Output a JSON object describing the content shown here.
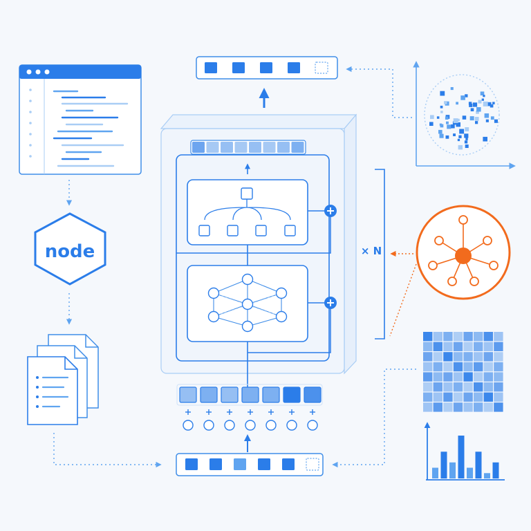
{
  "logo": {
    "text": "node"
  },
  "repeat_label": "× N",
  "colors": {
    "background": "#f5f8fc",
    "primary": "#2b7de9",
    "primary_light": "#a9cdf5",
    "primary_mid": "#5fa4f0",
    "outline": "#3f8de8",
    "faint": "#cfe2f8",
    "accent": "#f26b1d",
    "white": "#ffffff"
  },
  "icons": {
    "code_window": "browser-code-window-icon",
    "documents": "document-stack-icon",
    "graph_node": "network-graph-icon",
    "scatter": "scatter-plot-icon",
    "heatmap": "attention-heatmap-icon",
    "bars": "bar-chart-icon"
  },
  "chart_data": {
    "type": "heatmap",
    "rows": 8,
    "cols": 8,
    "values": [
      [
        0.9,
        0.3,
        0.5,
        0.2,
        0.6,
        0.4,
        0.8,
        0.3
      ],
      [
        0.4,
        0.8,
        0.3,
        0.6,
        0.2,
        0.5,
        0.3,
        0.7
      ],
      [
        0.6,
        0.2,
        0.9,
        0.4,
        0.5,
        0.3,
        0.6,
        0.2
      ],
      [
        0.3,
        0.5,
        0.2,
        0.8,
        0.4,
        0.7,
        0.2,
        0.5
      ],
      [
        0.7,
        0.4,
        0.6,
        0.3,
        0.9,
        0.2,
        0.5,
        0.4
      ],
      [
        0.2,
        0.6,
        0.3,
        0.5,
        0.2,
        0.8,
        0.4,
        0.6
      ],
      [
        0.5,
        0.3,
        0.7,
        0.2,
        0.6,
        0.4,
        0.9,
        0.3
      ],
      [
        0.3,
        0.7,
        0.2,
        0.6,
        0.3,
        0.5,
        0.2,
        0.8
      ]
    ],
    "bars": [
      2,
      5,
      3,
      8,
      2,
      5,
      1,
      3
    ],
    "output_tokens": [
      1,
      1,
      1,
      1,
      0
    ],
    "input_tokens": [
      1,
      1,
      0.5,
      1,
      1,
      0
    ],
    "embedding_cells": [
      0.35,
      0.5,
      0.35,
      0.5,
      0.5,
      1,
      0.8
    ],
    "top_cells": [
      0.6,
      0.25,
      0.35,
      0.25,
      0.35,
      0.25,
      0.35,
      0.5
    ]
  }
}
